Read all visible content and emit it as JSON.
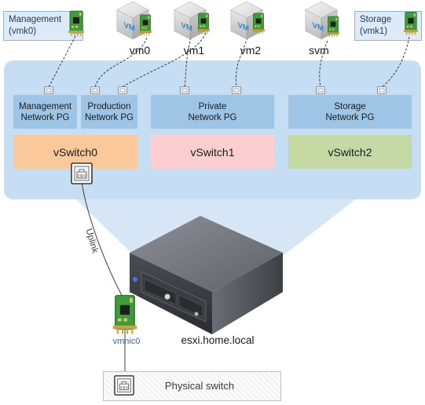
{
  "vmkernel": {
    "management": {
      "line1": "Management",
      "line2": "(vmk0)"
    },
    "storage": {
      "line1": "Storage",
      "line2": "(vmk1)"
    }
  },
  "vms": [
    {
      "name": "vm0",
      "badge": "VM"
    },
    {
      "name": "vm1",
      "badge": "VM"
    },
    {
      "name": "vm2",
      "badge": "VM"
    },
    {
      "name": "svm",
      "badge": "VM"
    }
  ],
  "port_groups": {
    "management": {
      "line1": "Management",
      "line2": "Network PG"
    },
    "production": {
      "line1": "Production",
      "line2": "Network PG"
    },
    "private": {
      "line1": "Private",
      "line2": "Network PG"
    },
    "storage": {
      "line1": "Storage",
      "line2": "Network PG"
    }
  },
  "vswitches": [
    "vSwitch0",
    "vSwitch1",
    "vSwitch2"
  ],
  "uplink_label": "Uplink",
  "vmnic_label": "vmnic0",
  "server_label": "esxi.home.local",
  "physical_switch_label": "Physical switch",
  "colors": {
    "host_panel": "#c5def4",
    "port_group": "#9fc5e6",
    "vswitch0": "#fac89a",
    "vswitch1": "#fbcfd1",
    "vswitch2": "#c4d9a4",
    "vm_badge": "#2e86d1",
    "nic_board": "#3f9a3a"
  }
}
